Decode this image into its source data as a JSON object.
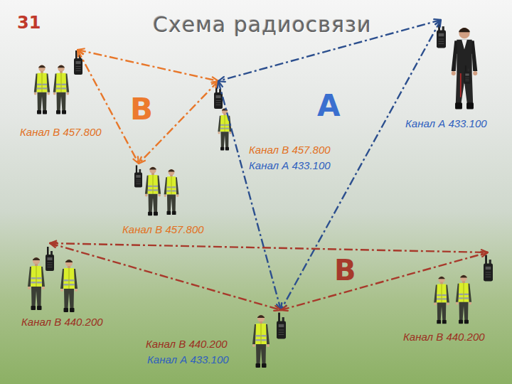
{
  "diagram": {
    "title": "Схема радиосвязи",
    "nodes": [
      {
        "text": [
          "Канал В 457.800"
        ]
      },
      {
        "text": [
          "Канал А 433.100"
        ]
      },
      {
        "text": [
          "Канал В 457.800",
          "Канал А 433.100"
        ]
      },
      {
        "text": [
          "Канал В 457.800"
        ]
      },
      {
        "text": [
          "Канал В 440.200"
        ]
      },
      {
        "text": [
          "Канал В 440.200",
          "Канал А 433.100"
        ]
      },
      {
        "text": [
          "Канал В 440.200"
        ]
      }
    ],
    "edges": [
      {
        "from": 0,
        "to": 2,
        "arrow": "both"
      },
      {
        "from": 0,
        "to": 3,
        "arrow": "both"
      },
      {
        "from": 2,
        "to": 3,
        "arrow": "both"
      },
      {
        "from": 1,
        "to": 2,
        "arrow": "both"
      },
      {
        "from": 1,
        "to": 5,
        "arrow": "both"
      },
      {
        "from": 2,
        "to": 5,
        "arrow": "both"
      },
      {
        "from": 4,
        "to": 5,
        "arrow": "both"
      },
      {
        "from": 4,
        "to": 6,
        "arrow": "both"
      },
      {
        "from": 5,
        "to": 6,
        "arrow": "both"
      }
    ],
    "labels": [
      "31",
      "В",
      "А",
      "В"
    ]
  }
}
